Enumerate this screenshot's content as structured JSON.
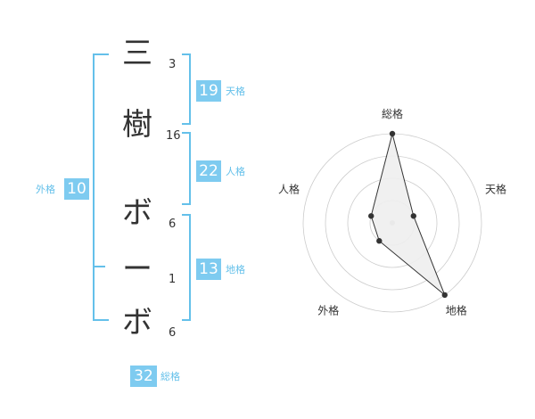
{
  "name_chars": [
    {
      "char": "三",
      "strokes": "3"
    },
    {
      "char": "樹",
      "strokes": "16"
    },
    {
      "char": "ボ",
      "strokes": "6"
    },
    {
      "char": "ー",
      "strokes": "1"
    },
    {
      "char": "ボ",
      "strokes": "6"
    }
  ],
  "fortunes": {
    "tenkaku": {
      "label": "天格",
      "value": "19"
    },
    "jinkaku": {
      "label": "人格",
      "value": "22"
    },
    "chikaku": {
      "label": "地格",
      "value": "13"
    },
    "gaikaku": {
      "label": "外格",
      "value": "10"
    },
    "soukaku": {
      "label": "総格",
      "value": "32"
    }
  },
  "chart_data": {
    "type": "radar",
    "axes": [
      "総格",
      "天格",
      "地格",
      "外格",
      "人格"
    ],
    "values": [
      4,
      1,
      4,
      1,
      1
    ],
    "max": 4,
    "rings": 4,
    "colors": {
      "grid": "#cccccc",
      "fill": "#eeeeee",
      "line": "#333333",
      "point": "#333333",
      "center": "#bbbbbb"
    }
  },
  "colors": {
    "accent": "#64c0ea",
    "box": "#7ecbf0"
  }
}
